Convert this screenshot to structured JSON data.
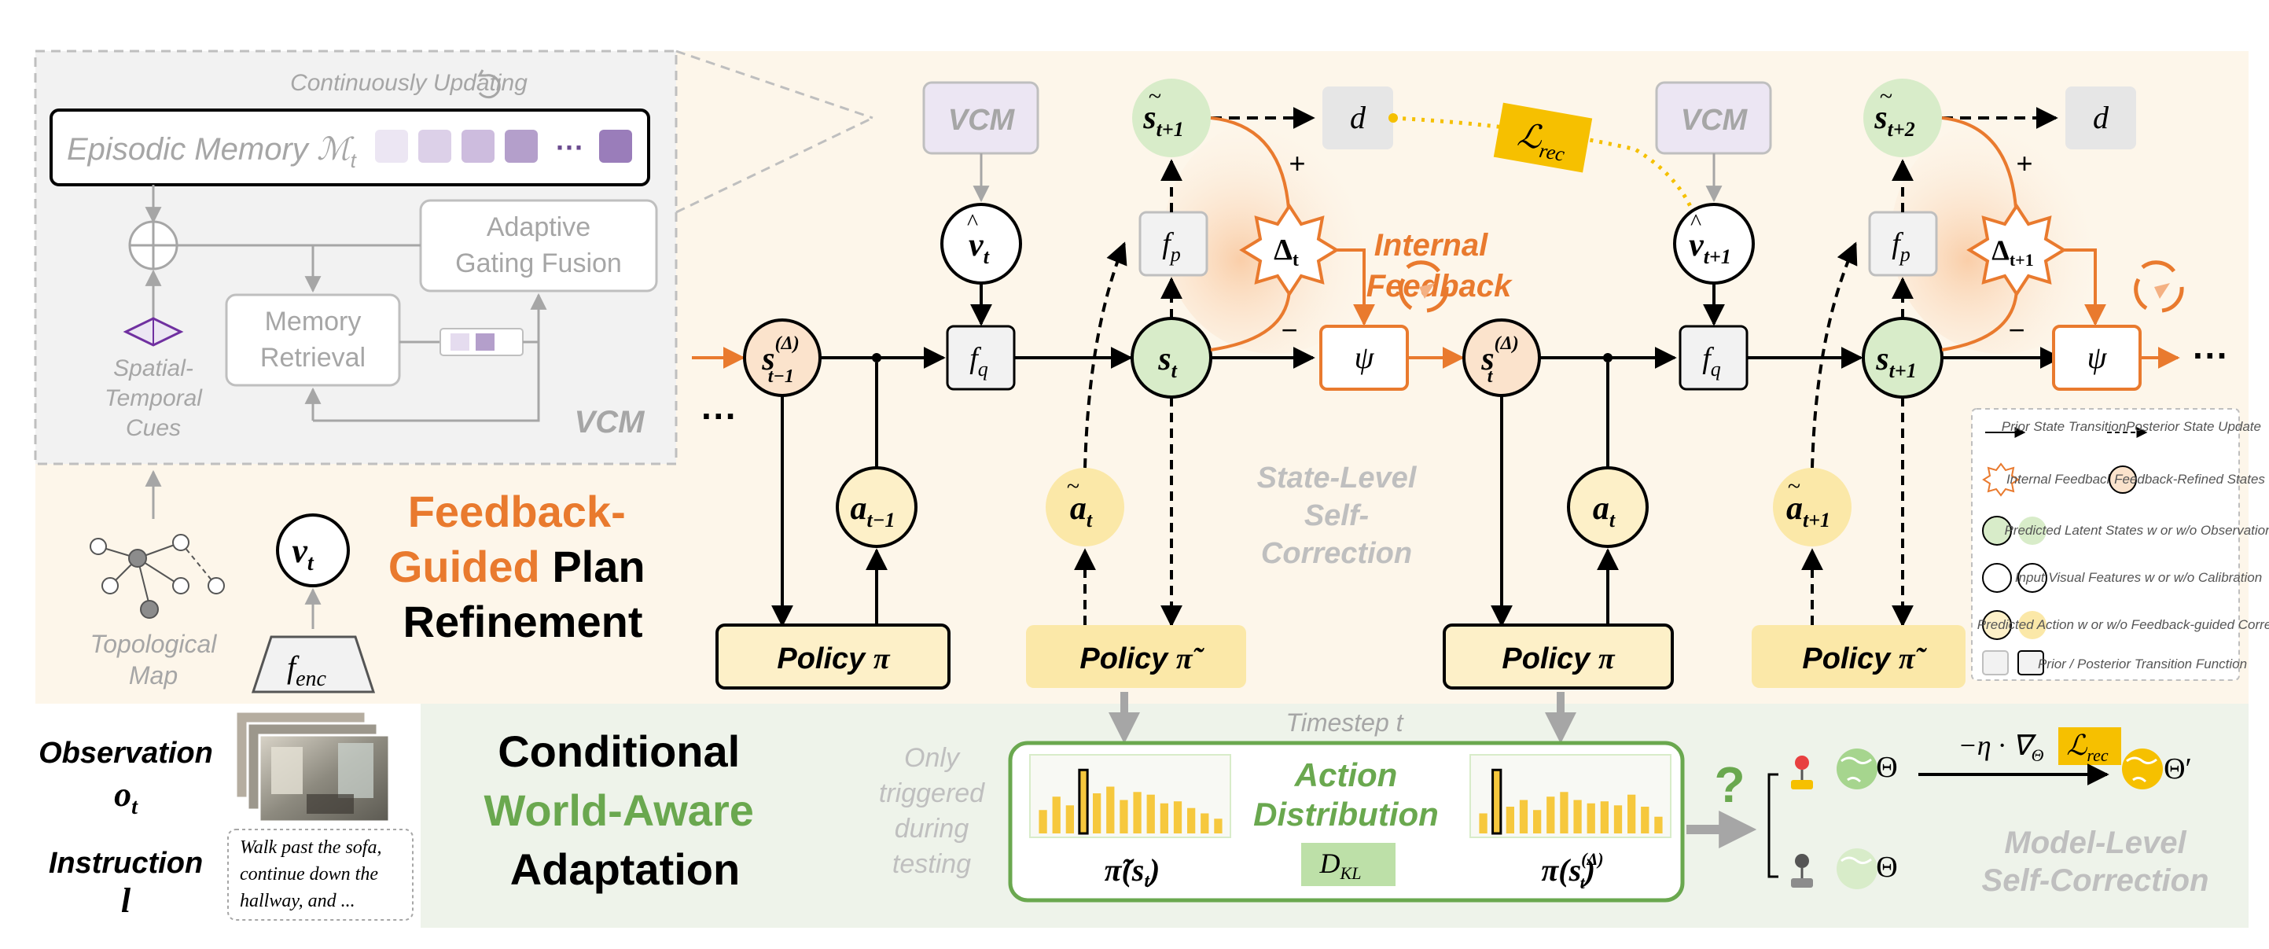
{
  "vcm_panel": {
    "continuous_label": "Continuously Updating",
    "episodic_memory_label": "Episodic Memory",
    "episodic_memory_symbol": "ℳ",
    "episodic_memory_sub": "t",
    "ellipsis": "···",
    "adaptive_gating_line1": "Adaptive",
    "adaptive_gating_line2": "Gating Fusion",
    "memory_retrieval_line1": "Memory",
    "memory_retrieval_line2": "Retrieval",
    "spatial_line1": "Spatial-",
    "spatial_line2": "Temporal",
    "spatial_line3": "Cues",
    "vcm_label": "VCM",
    "topo_line1": "Topological",
    "topo_line2": "Map",
    "v_t": "v",
    "v_t_sub": "t",
    "f_enc": "f",
    "f_enc_sub": "enc"
  },
  "section_titles": {
    "feedback_line1": "Feedback-",
    "feedback_line2a": "Guided",
    "feedback_line2b": "Plan",
    "feedback_line3": "Refinement",
    "conditional_line1": "Conditional",
    "conditional_line2": "World-Aware",
    "conditional_line3": "Adaptation"
  },
  "inputs": {
    "observation_label": "Observation",
    "observation_symbol": "o",
    "observation_sub": "t",
    "instruction_label": "Instruction",
    "instruction_symbol": "l",
    "instruction_line1": "Walk past the sofa,",
    "instruction_line2": "continue down the",
    "instruction_line3": "hallway, and  ..."
  },
  "main_flow": {
    "vcm_box": "VCM",
    "d_box": "d",
    "l_rec": "ℒ",
    "l_rec_sub": "rec",
    "internal_line1": "Internal",
    "internal_line2": "Feedback",
    "delta_t": "Δ",
    "delta_t_sub": "t",
    "delta_t1_sub": "t+1",
    "plus": "+",
    "minus": "−",
    "psi": "ψ",
    "f_q": "f",
    "f_q_sub": "q",
    "f_p": "f",
    "f_p_sub": "p",
    "s_sym": "s",
    "s_t_sub": "t",
    "s_t1_sub": "t+1",
    "s_t2_sub": "t+2",
    "s_tm1_sub": "t−1",
    "delta_sup": "(Δ)",
    "v_sym": "v",
    "a_sym": "a",
    "a_tm1_sub": "t−1",
    "a_t_sub": "t",
    "a_t1_sub": "t+1",
    "policy_label": "Policy",
    "pi": "π",
    "pi_tilde": "π̃",
    "dots": "···",
    "state_level_line1": "State-Level",
    "state_level_line2": "Self-",
    "state_level_line3": "Correction"
  },
  "legend": {
    "prior": "Prior State Transition",
    "posterior": "Posterior State Update",
    "internal": "Internal Feedback",
    "refined": "Feedback-Refined States",
    "latent": "Predicted Latent States w or w/o Observation",
    "visual": "Input Visual Features w or w/o Calibration",
    "action": "Predicted Action w or w/o Feedback-guided Correction",
    "transition": "Prior / Posterior Transition Function"
  },
  "adaptation": {
    "timestep": "Timestep t",
    "only_line1": "Only",
    "only_line2": "triggered",
    "only_line3": "during",
    "only_line4": "testing",
    "action_dist_line1": "Action",
    "action_dist_line2": "Distribution",
    "d_kl": "D",
    "d_kl_sub": "KL",
    "pi_tilde_s": "π̃(s",
    "pi_s_delta": "π(s",
    "question": "?",
    "update_formula": "−η · ∇",
    "theta": "Θ",
    "theta_prime": "Θ′",
    "model_level_line1": "Model-Level",
    "model_level_line2": "Self-Correction"
  },
  "colors": {
    "orange": "#e97a2e",
    "yellow": "#fbe8a8",
    "yellow_fill": "#f6c83d",
    "green_fill": "#d8ecc9",
    "green_text": "#6aa84f",
    "purple_fill": "#ece6f3",
    "gray": "#a6a6a6"
  },
  "chart_left": {
    "values": [
      0.35,
      0.55,
      0.42,
      0.95,
      0.6,
      0.7,
      0.5,
      0.62,
      0.58,
      0.45,
      0.48,
      0.38,
      0.3,
      0.22
    ]
  },
  "chart_right": {
    "values": [
      0.3,
      0.95,
      0.4,
      0.5,
      0.35,
      0.55,
      0.62,
      0.5,
      0.45,
      0.48,
      0.42,
      0.58,
      0.4,
      0.25
    ]
  }
}
